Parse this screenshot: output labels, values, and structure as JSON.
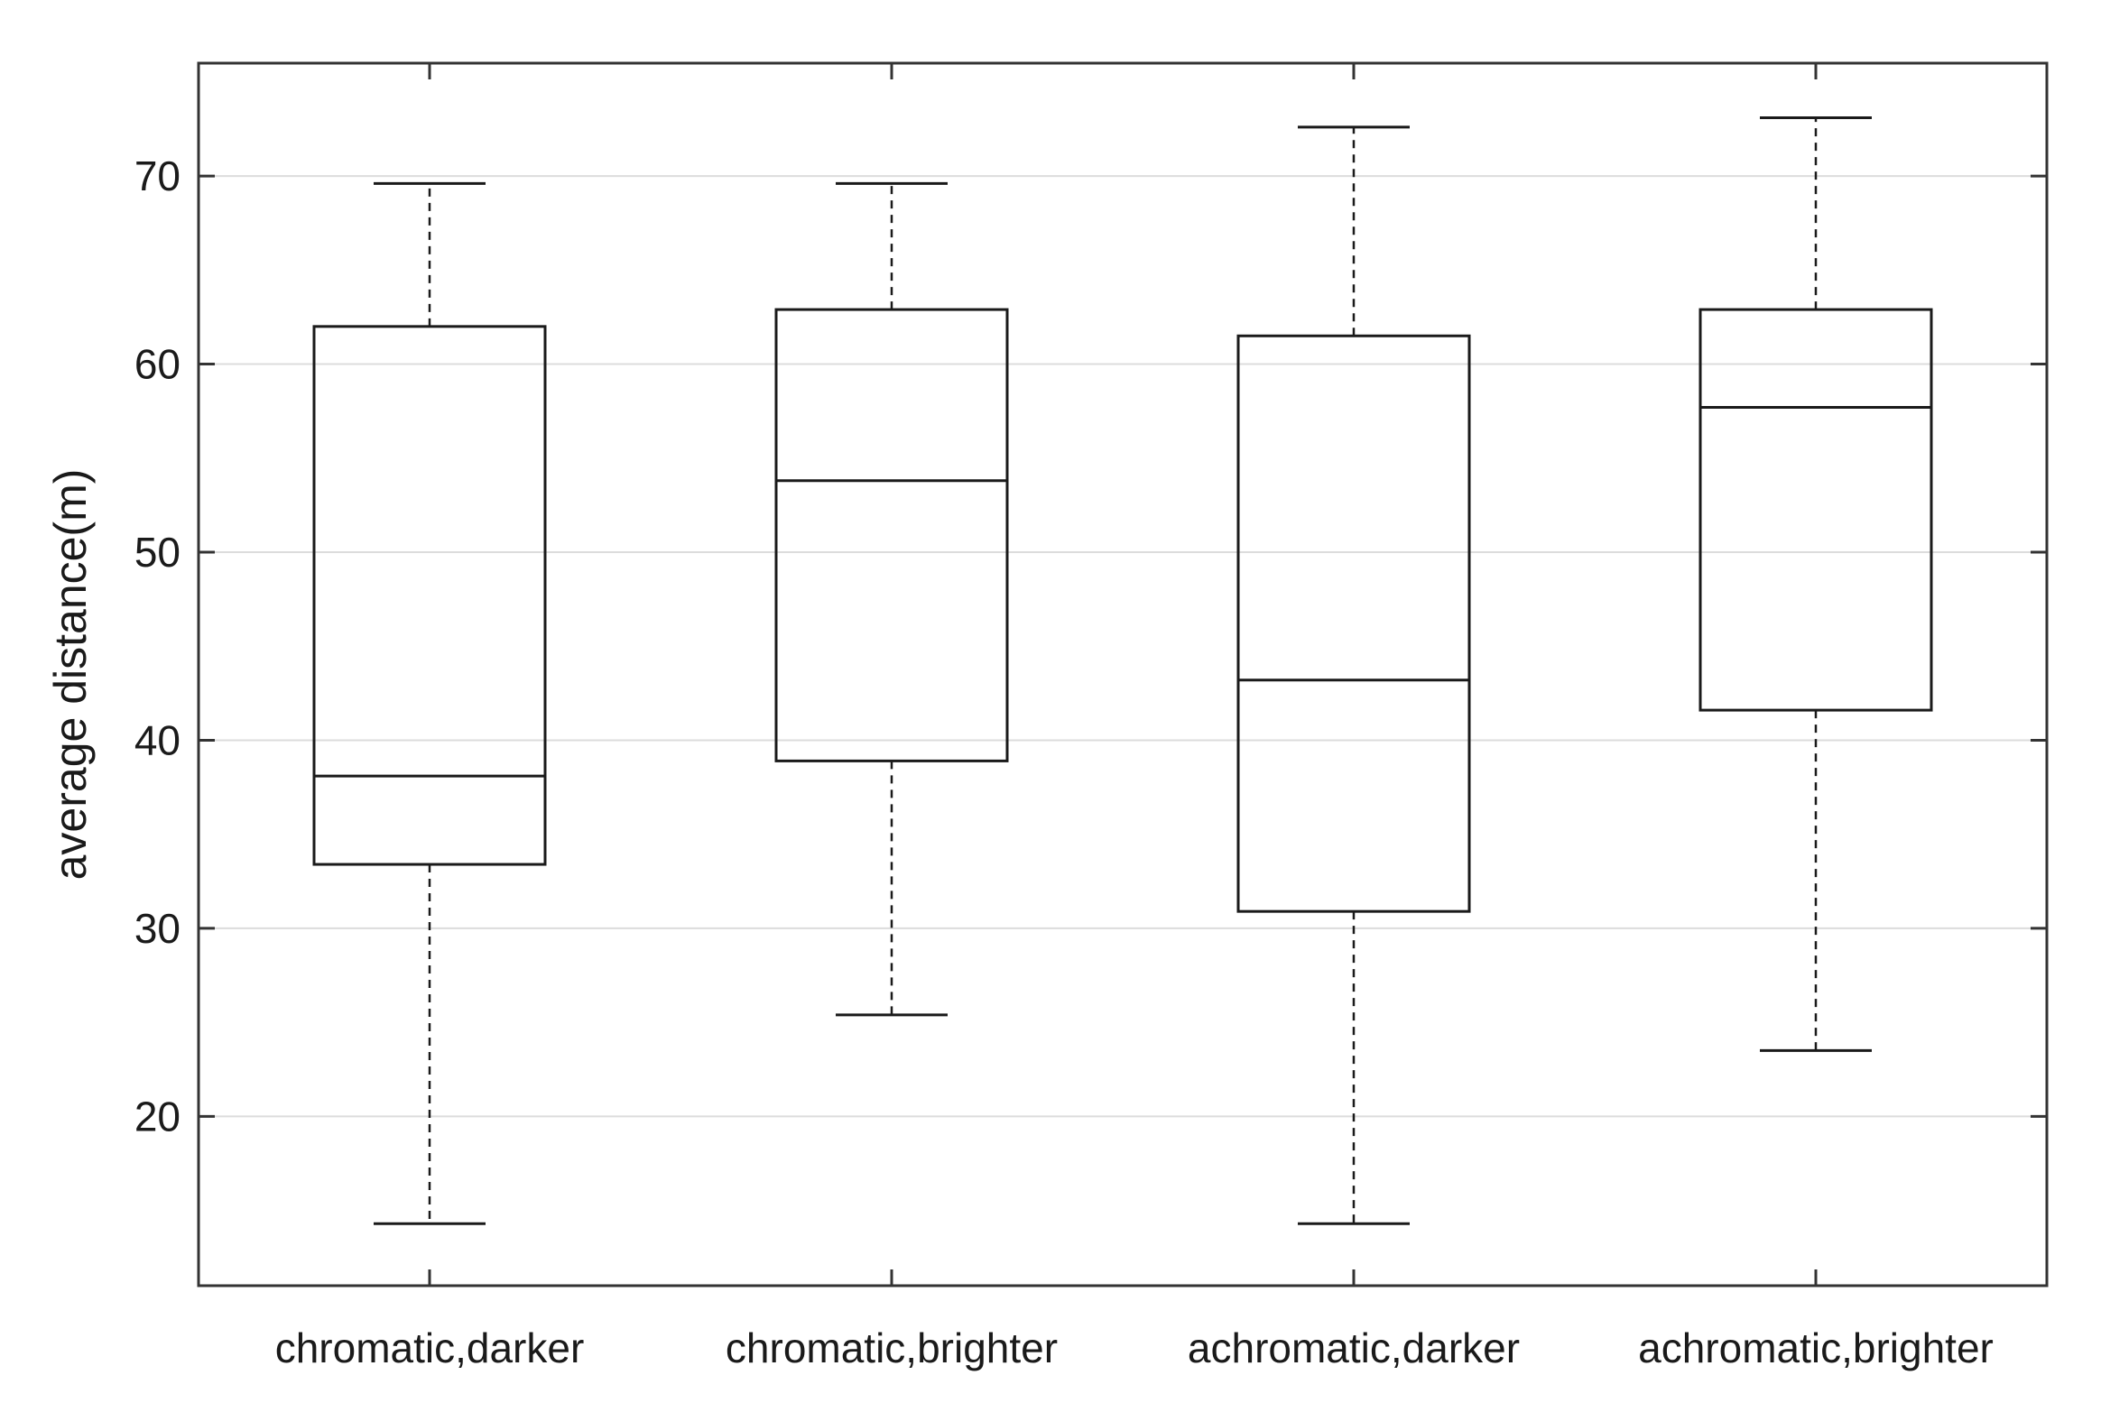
{
  "chart_data": {
    "type": "box",
    "title": "",
    "xlabel": "",
    "ylabel": "average distance(m)",
    "ylim": [
      11,
      76
    ],
    "yticks": [
      20,
      30,
      40,
      50,
      60,
      70
    ],
    "grid": true,
    "categories": [
      "chromatic,darker",
      "chromatic,brighter",
      "achromatic,darker",
      "achromatic,brighter"
    ],
    "boxes": [
      {
        "label": "chromatic,darker",
        "whisker_low": 14.3,
        "q1": 33.4,
        "median": 38.1,
        "q3": 62.0,
        "whisker_high": 69.6
      },
      {
        "label": "chromatic,brighter",
        "whisker_low": 25.4,
        "q1": 38.9,
        "median": 53.8,
        "q3": 62.9,
        "whisker_high": 69.6
      },
      {
        "label": "achromatic,darker",
        "whisker_low": 14.3,
        "q1": 30.9,
        "median": 43.2,
        "q3": 61.5,
        "whisker_high": 72.6
      },
      {
        "label": "achromatic,brighter",
        "whisker_low": 23.5,
        "q1": 41.6,
        "median": 57.7,
        "q3": 62.9,
        "whisker_high": 73.1
      }
    ],
    "colors": {
      "box": "#1a1a1a",
      "grid": "#dcdcdc",
      "axes": "#333333"
    }
  }
}
